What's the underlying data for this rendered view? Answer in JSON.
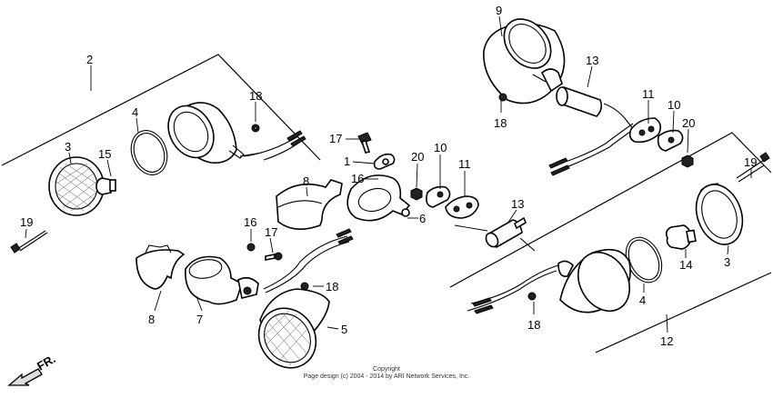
{
  "part_labels": {
    "p1": "1",
    "p2": "2",
    "p3_left": "3",
    "p3_right": "3",
    "p4_left": "4",
    "p4_right": "4",
    "p5": "5",
    "p6": "6",
    "p7": "7",
    "p8_upper": "8",
    "p8_lower": "8",
    "p9": "9",
    "p10_center": "10",
    "p10_right": "10",
    "p11_center": "11",
    "p11_right": "11",
    "p12": "12",
    "p13_center": "13",
    "p13_upper": "13",
    "p14": "14",
    "p15": "15",
    "p16_upper": "16",
    "p16_lower": "16",
    "p17_upper": "17",
    "p17_lower": "17",
    "p18_top": "18",
    "p18_center": "18",
    "p18_right": "18",
    "p18_bottom": "18",
    "p19_left": "19",
    "p19_right": "19",
    "p20_center": "20",
    "p20_right": "20"
  },
  "copyright": {
    "line1": "Copyright",
    "line2": "Page design (c) 2004 - 2014 by ARI Network Services, Inc."
  },
  "direction": {
    "label": "FR."
  },
  "colors": {
    "ink": "#000000",
    "paper": "#ffffff"
  }
}
